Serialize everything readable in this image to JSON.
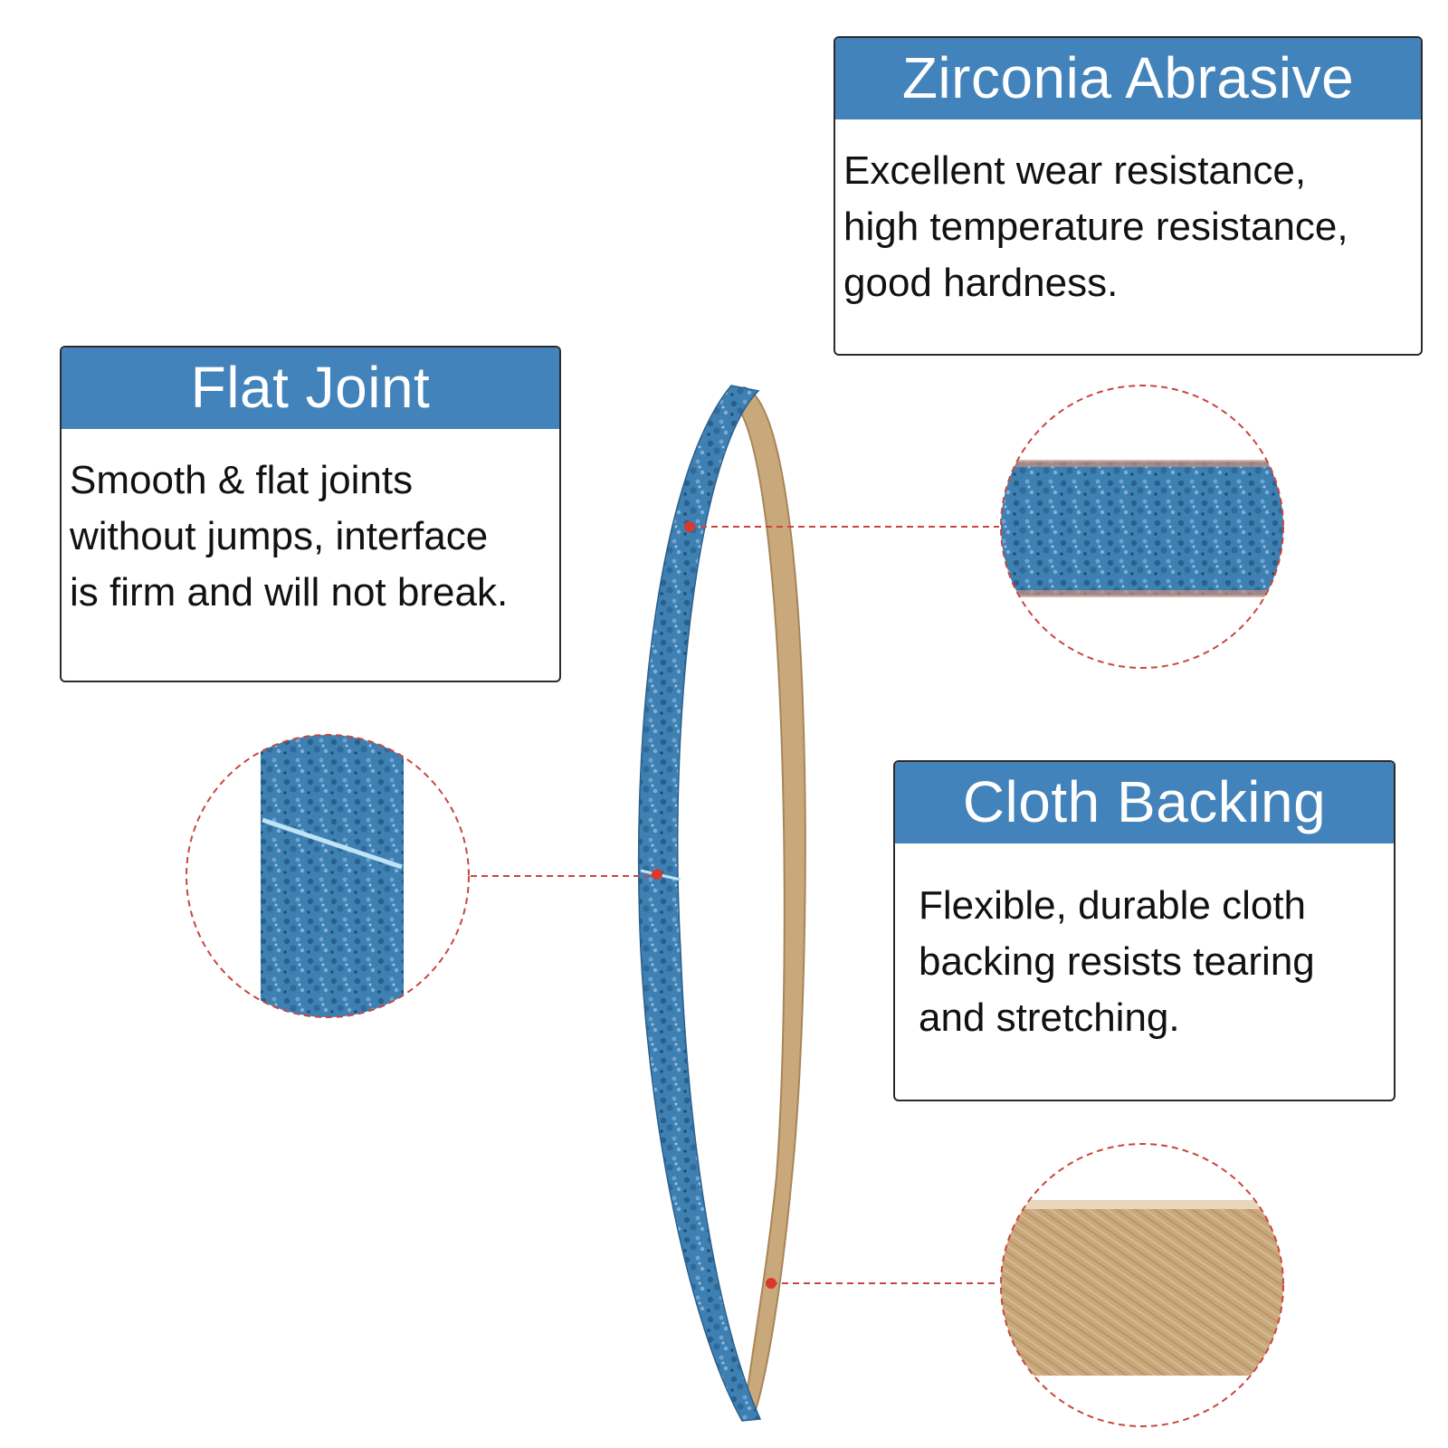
{
  "colors": {
    "header": "#4383bb",
    "border": "#2b2b2b",
    "abrasive": "#3f80b3",
    "abrasive_dark": "#2a5f8c",
    "backing": "#c9a97c",
    "backing_light": "#dcc29e",
    "callout": "#c9463d"
  },
  "cards": {
    "zirconia": {
      "title": "Zirconia Abrasive",
      "body": "Excellent wear resistance,\nhigh temperature resistance,\ngood hardness."
    },
    "flat_joint": {
      "title": "Flat Joint",
      "body": "Smooth & flat joints\nwithout jumps, interface\nis firm and will not break."
    },
    "cloth_backing": {
      "title": "Cloth Backing",
      "body": "Flexible, durable cloth\nbacking resists tearing\nand stretching."
    }
  },
  "icons": {
    "belt": "sanding-belt-illustration",
    "zoom": "magnifier-circle"
  }
}
